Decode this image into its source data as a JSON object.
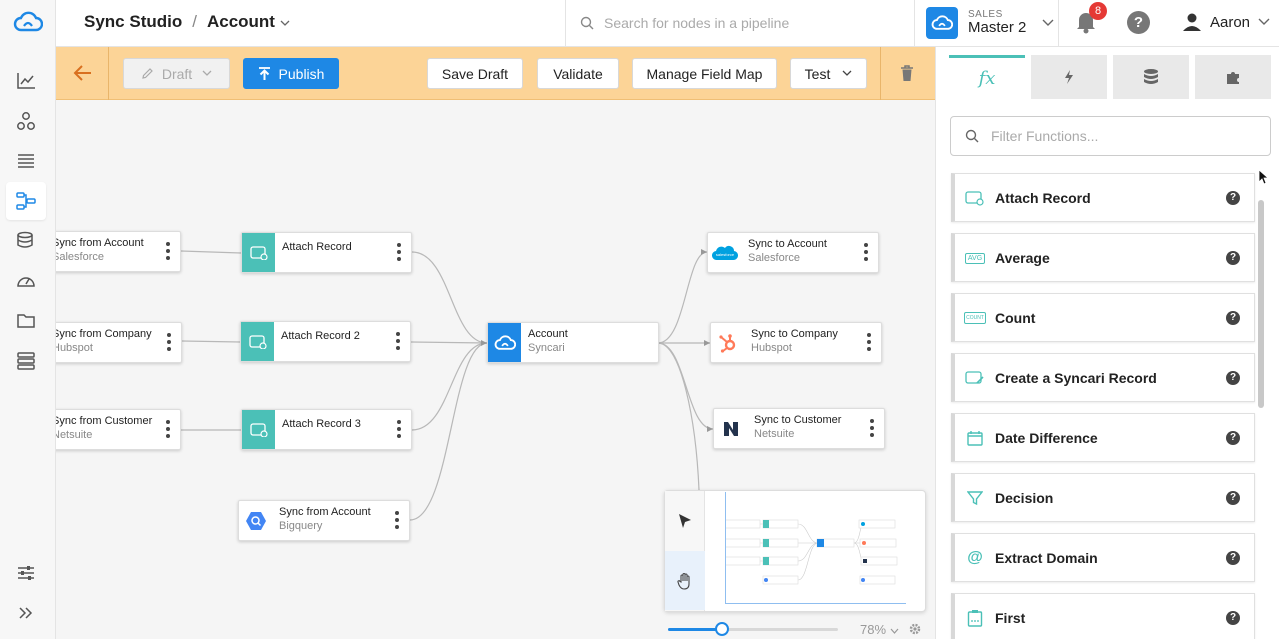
{
  "header": {
    "app_title": "Sync Studio",
    "separator": "/",
    "entity": "Account",
    "search_placeholder": "Search for nodes in a pipeline",
    "env_group": "SALES",
    "env_name": "Master 2",
    "notifications_count": "8",
    "help": "?",
    "user_name": "Aaron"
  },
  "toolbar": {
    "draft_label": "Draft",
    "publish_label": "Publish",
    "save_draft_label": "Save Draft",
    "validate_label": "Validate",
    "field_map_label": "Manage Field Map",
    "test_label": "Test"
  },
  "nodes": {
    "src_account": {
      "title": "Sync from  Account",
      "subtitle": "Salesforce"
    },
    "src_company": {
      "title": "Sync from Company",
      "subtitle": "Hubspot"
    },
    "src_customer": {
      "title": "Sync from  Customer",
      "subtitle": "Netsuite"
    },
    "attach1": {
      "title": "Attach Record"
    },
    "attach2": {
      "title": "Attach Record 2"
    },
    "attach3": {
      "title": "Attach Record 3"
    },
    "bigquery": {
      "title": "Sync from Account",
      "subtitle": "Bigquery"
    },
    "center": {
      "title": "Account",
      "subtitle": "Syncari"
    },
    "dst_account": {
      "title": "Sync to  Account",
      "subtitle": "Salesforce",
      "badge": "salesforce"
    },
    "dst_company": {
      "title": "Sync to Company",
      "subtitle": "Hubspot"
    },
    "dst_customer": {
      "title": "Sync to  Customer",
      "subtitle": "Netsuite"
    }
  },
  "minimap": {
    "zoom": "78%"
  },
  "panel": {
    "tabs": [
      {
        "label": "fx",
        "icon": "function-icon"
      },
      {
        "icon": "bolt-icon"
      },
      {
        "icon": "database-icon"
      },
      {
        "icon": "puzzle-icon"
      }
    ],
    "filter_placeholder": "Filter Functions...",
    "functions": [
      {
        "label": "Attach Record",
        "icon": "attach-record-icon",
        "tag": ""
      },
      {
        "label": "Average",
        "icon": "average-icon",
        "tag": "AVG"
      },
      {
        "label": "Count",
        "icon": "count-icon",
        "tag": "COUNT"
      },
      {
        "label": "Create a Syncari Record",
        "icon": "create-record-icon",
        "tag": ""
      },
      {
        "label": "Date Difference",
        "icon": "calendar-icon",
        "tag": ""
      },
      {
        "label": "Decision",
        "icon": "funnel-icon",
        "tag": ""
      },
      {
        "label": "Extract Domain",
        "icon": "at-icon",
        "tag": "@"
      },
      {
        "label": "First",
        "icon": "clipboard-icon",
        "tag": ""
      }
    ]
  },
  "colors": {
    "accent": "#1e88e5",
    "teal": "#4bc0b7",
    "toolbar": "#fcd497",
    "hubspot": "#ff7a59"
  }
}
